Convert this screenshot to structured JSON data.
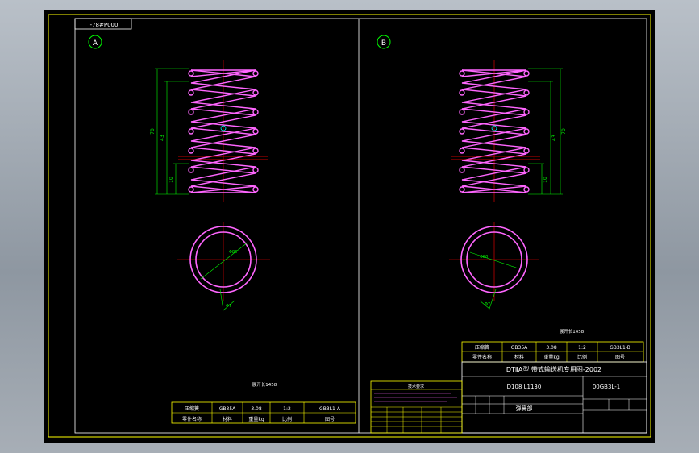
{
  "drawing": {
    "drawing_number_tag": "I-78#P000",
    "views": [
      {
        "id": "A",
        "label": "A",
        "developed_length_note": "展开长1458"
      },
      {
        "id": "B",
        "label": "B",
        "developed_length_note": "展开长1458"
      }
    ],
    "dimensions_a": {
      "free_height": "70",
      "pitch": "43",
      "end": "10",
      "diameter": "Φ80",
      "wire": "Φ7"
    },
    "dimensions_b": {
      "free_height": "70",
      "pitch": "43",
      "end": "10",
      "diameter": "Φ80",
      "wire": "Φ7"
    },
    "title_block_a": {
      "row1": [
        "压缩簧",
        "GB35A",
        "3.08",
        "1:2",
        "GB3L1-A"
      ],
      "row2": [
        "零件名称",
        "材料",
        "重量kg",
        "比例",
        "图号"
      ]
    },
    "title_block_b": {
      "row1": [
        "压缩簧",
        "GB35A",
        "3.08",
        "1:2",
        "GB3L1-B"
      ],
      "row2": [
        "零件名称",
        "材料",
        "重量kg",
        "比例",
        "图号"
      ],
      "project_title": "DTⅡA型  带式输送机专用图-2002",
      "code_left": "D108 L1130",
      "code_right": "00GB3L-1",
      "department": "弹簧部"
    },
    "tech_requirements_title": "技术要求",
    "colors": {
      "background": "#000000",
      "frame": "#ffffff",
      "title_frame": "#ffff00",
      "spring": "#ff66ff",
      "dimension": "#00ff00",
      "center_line": "#ff0000"
    }
  }
}
